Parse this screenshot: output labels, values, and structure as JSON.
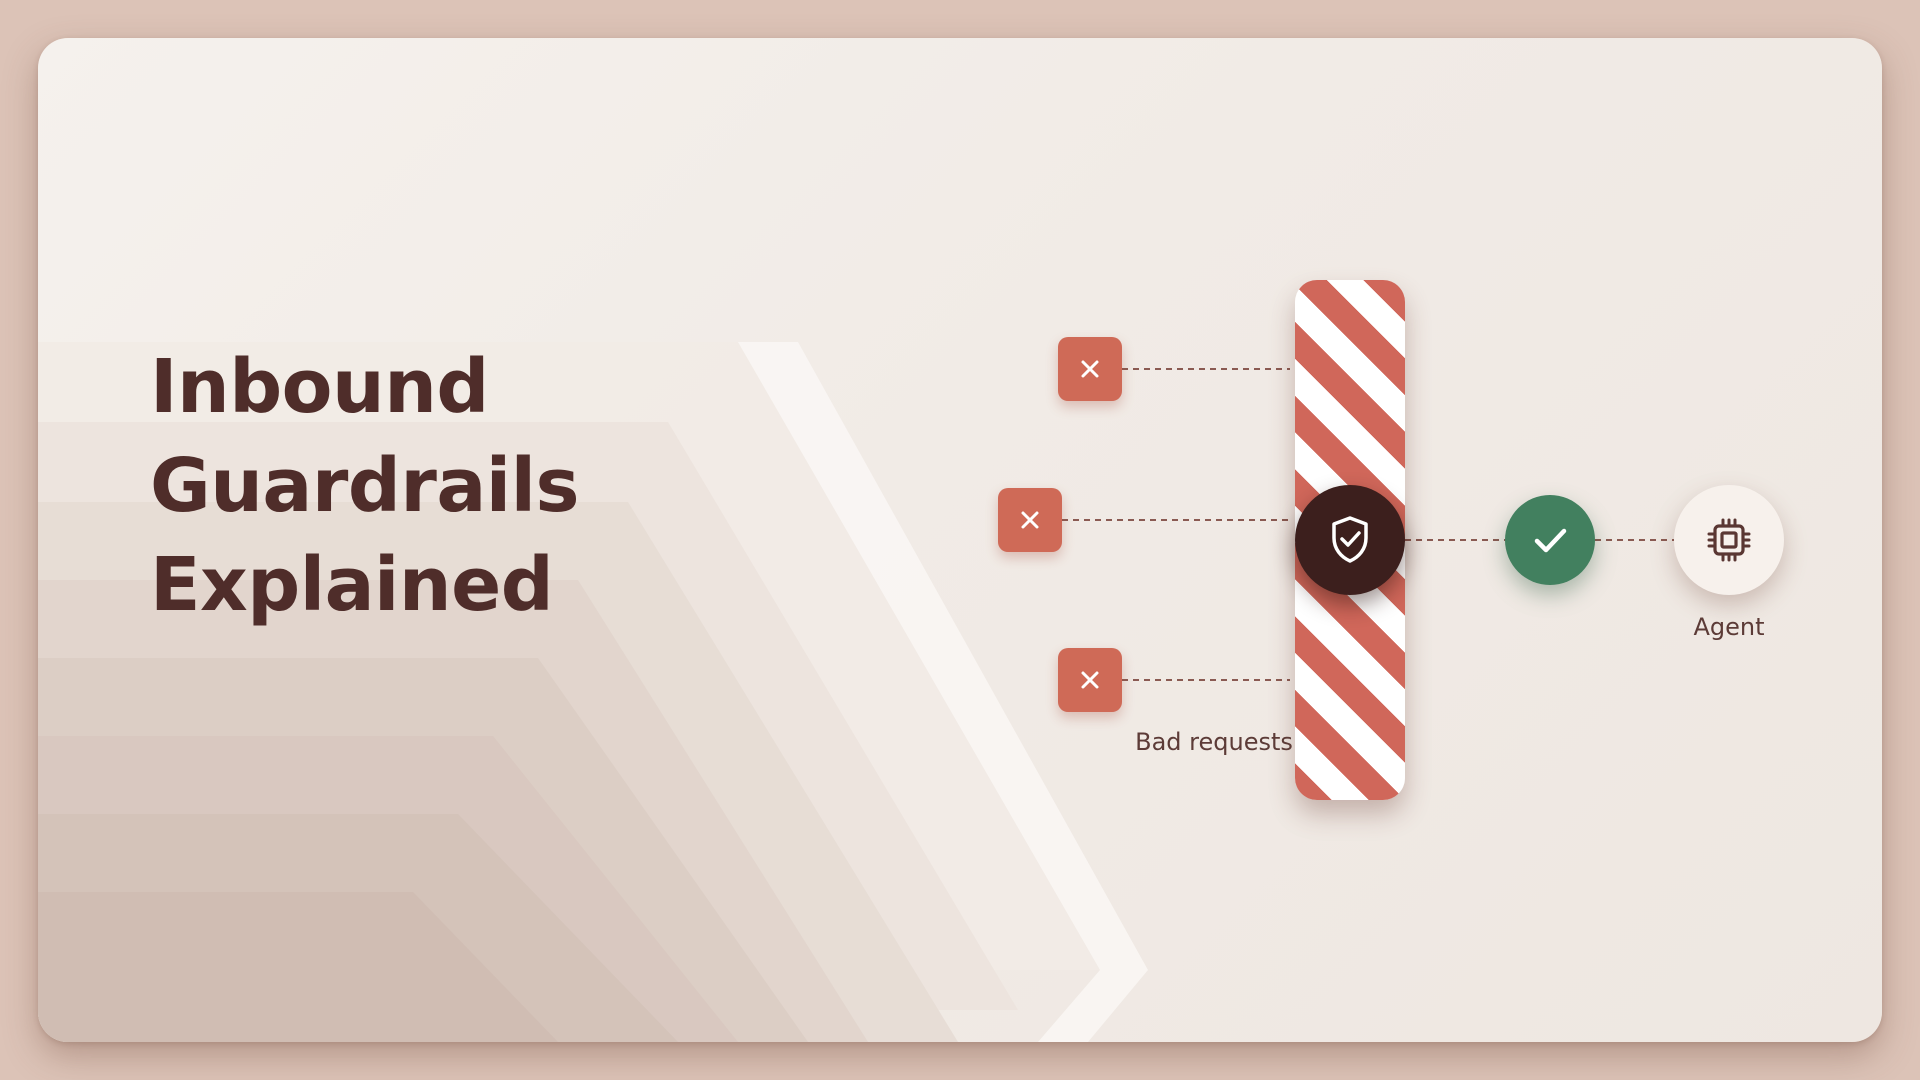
{
  "slide": {
    "title_lines": [
      "Inbound",
      "Guardrails",
      "Explained"
    ]
  },
  "diagram": {
    "rejected_requests_label": "Bad requests",
    "agent_label": "Agent",
    "rejected_count": 3,
    "icons": {
      "rejected": "close-icon",
      "guard": "shield-check-icon",
      "approved": "checkmark-icon",
      "agent": "cpu-chip-icon"
    }
  },
  "colors": {
    "title": "#4f2d2a",
    "rejected": "#cf6a57",
    "guard": "#3c1f1d",
    "approved": "#42805f",
    "barrier_stripe": "#d0675a",
    "background": "#dcc3b7"
  }
}
